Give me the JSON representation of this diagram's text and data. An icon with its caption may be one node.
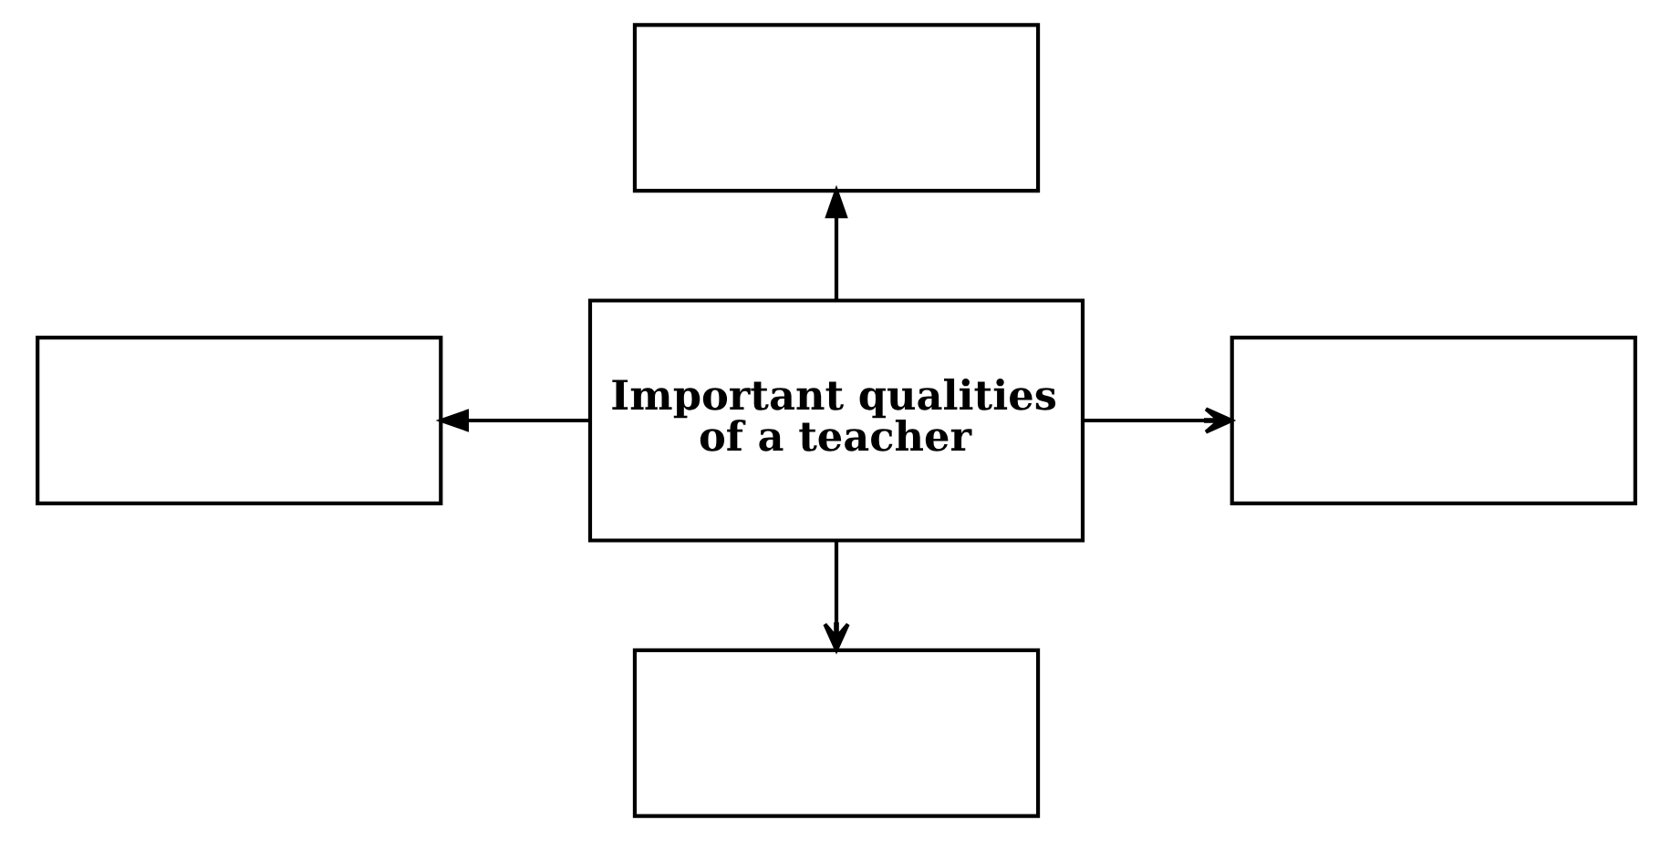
{
  "diagram": {
    "nodes": [
      {
        "text": [
          "Important qualities of a teacher"
        ]
      },
      {
        "text": [],
        "shape": "box"
      },
      {
        "text": [],
        "shape": "box"
      },
      {
        "text": [],
        "shape": "box"
      },
      {
        "text": [],
        "shape": "box"
      }
    ],
    "edges": [
      {
        "from": 0,
        "to": 1,
        "arrow": "to"
      },
      {
        "from": 0,
        "to": 2,
        "arrow": "to"
      },
      {
        "from": 0,
        "to": 3,
        "arrow": "to"
      },
      {
        "from": 0,
        "to": 4,
        "arrow": "to"
      }
    ]
  }
}
